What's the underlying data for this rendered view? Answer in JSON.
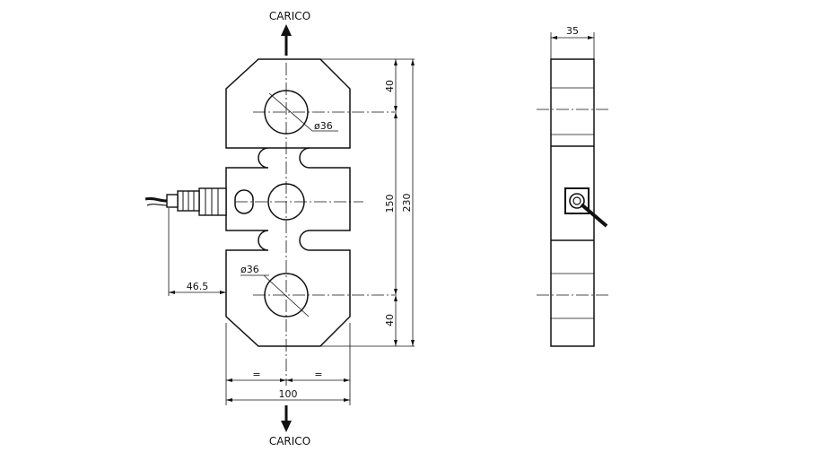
{
  "front_view": {
    "load_label_top": "CARICO",
    "load_label_bottom": "CARICO",
    "hole_diameter_top": "ø36",
    "hole_diameter_bottom": "ø36",
    "dim_top_to_hole": "40",
    "dim_bottom_to_hole": "40",
    "dim_between_holes": "150",
    "dim_total_height": "230",
    "dim_total_width": "100",
    "dim_connector_offset": "46.5",
    "equal_left": "=",
    "equal_right": "="
  },
  "side_view": {
    "dim_thickness": "35"
  }
}
